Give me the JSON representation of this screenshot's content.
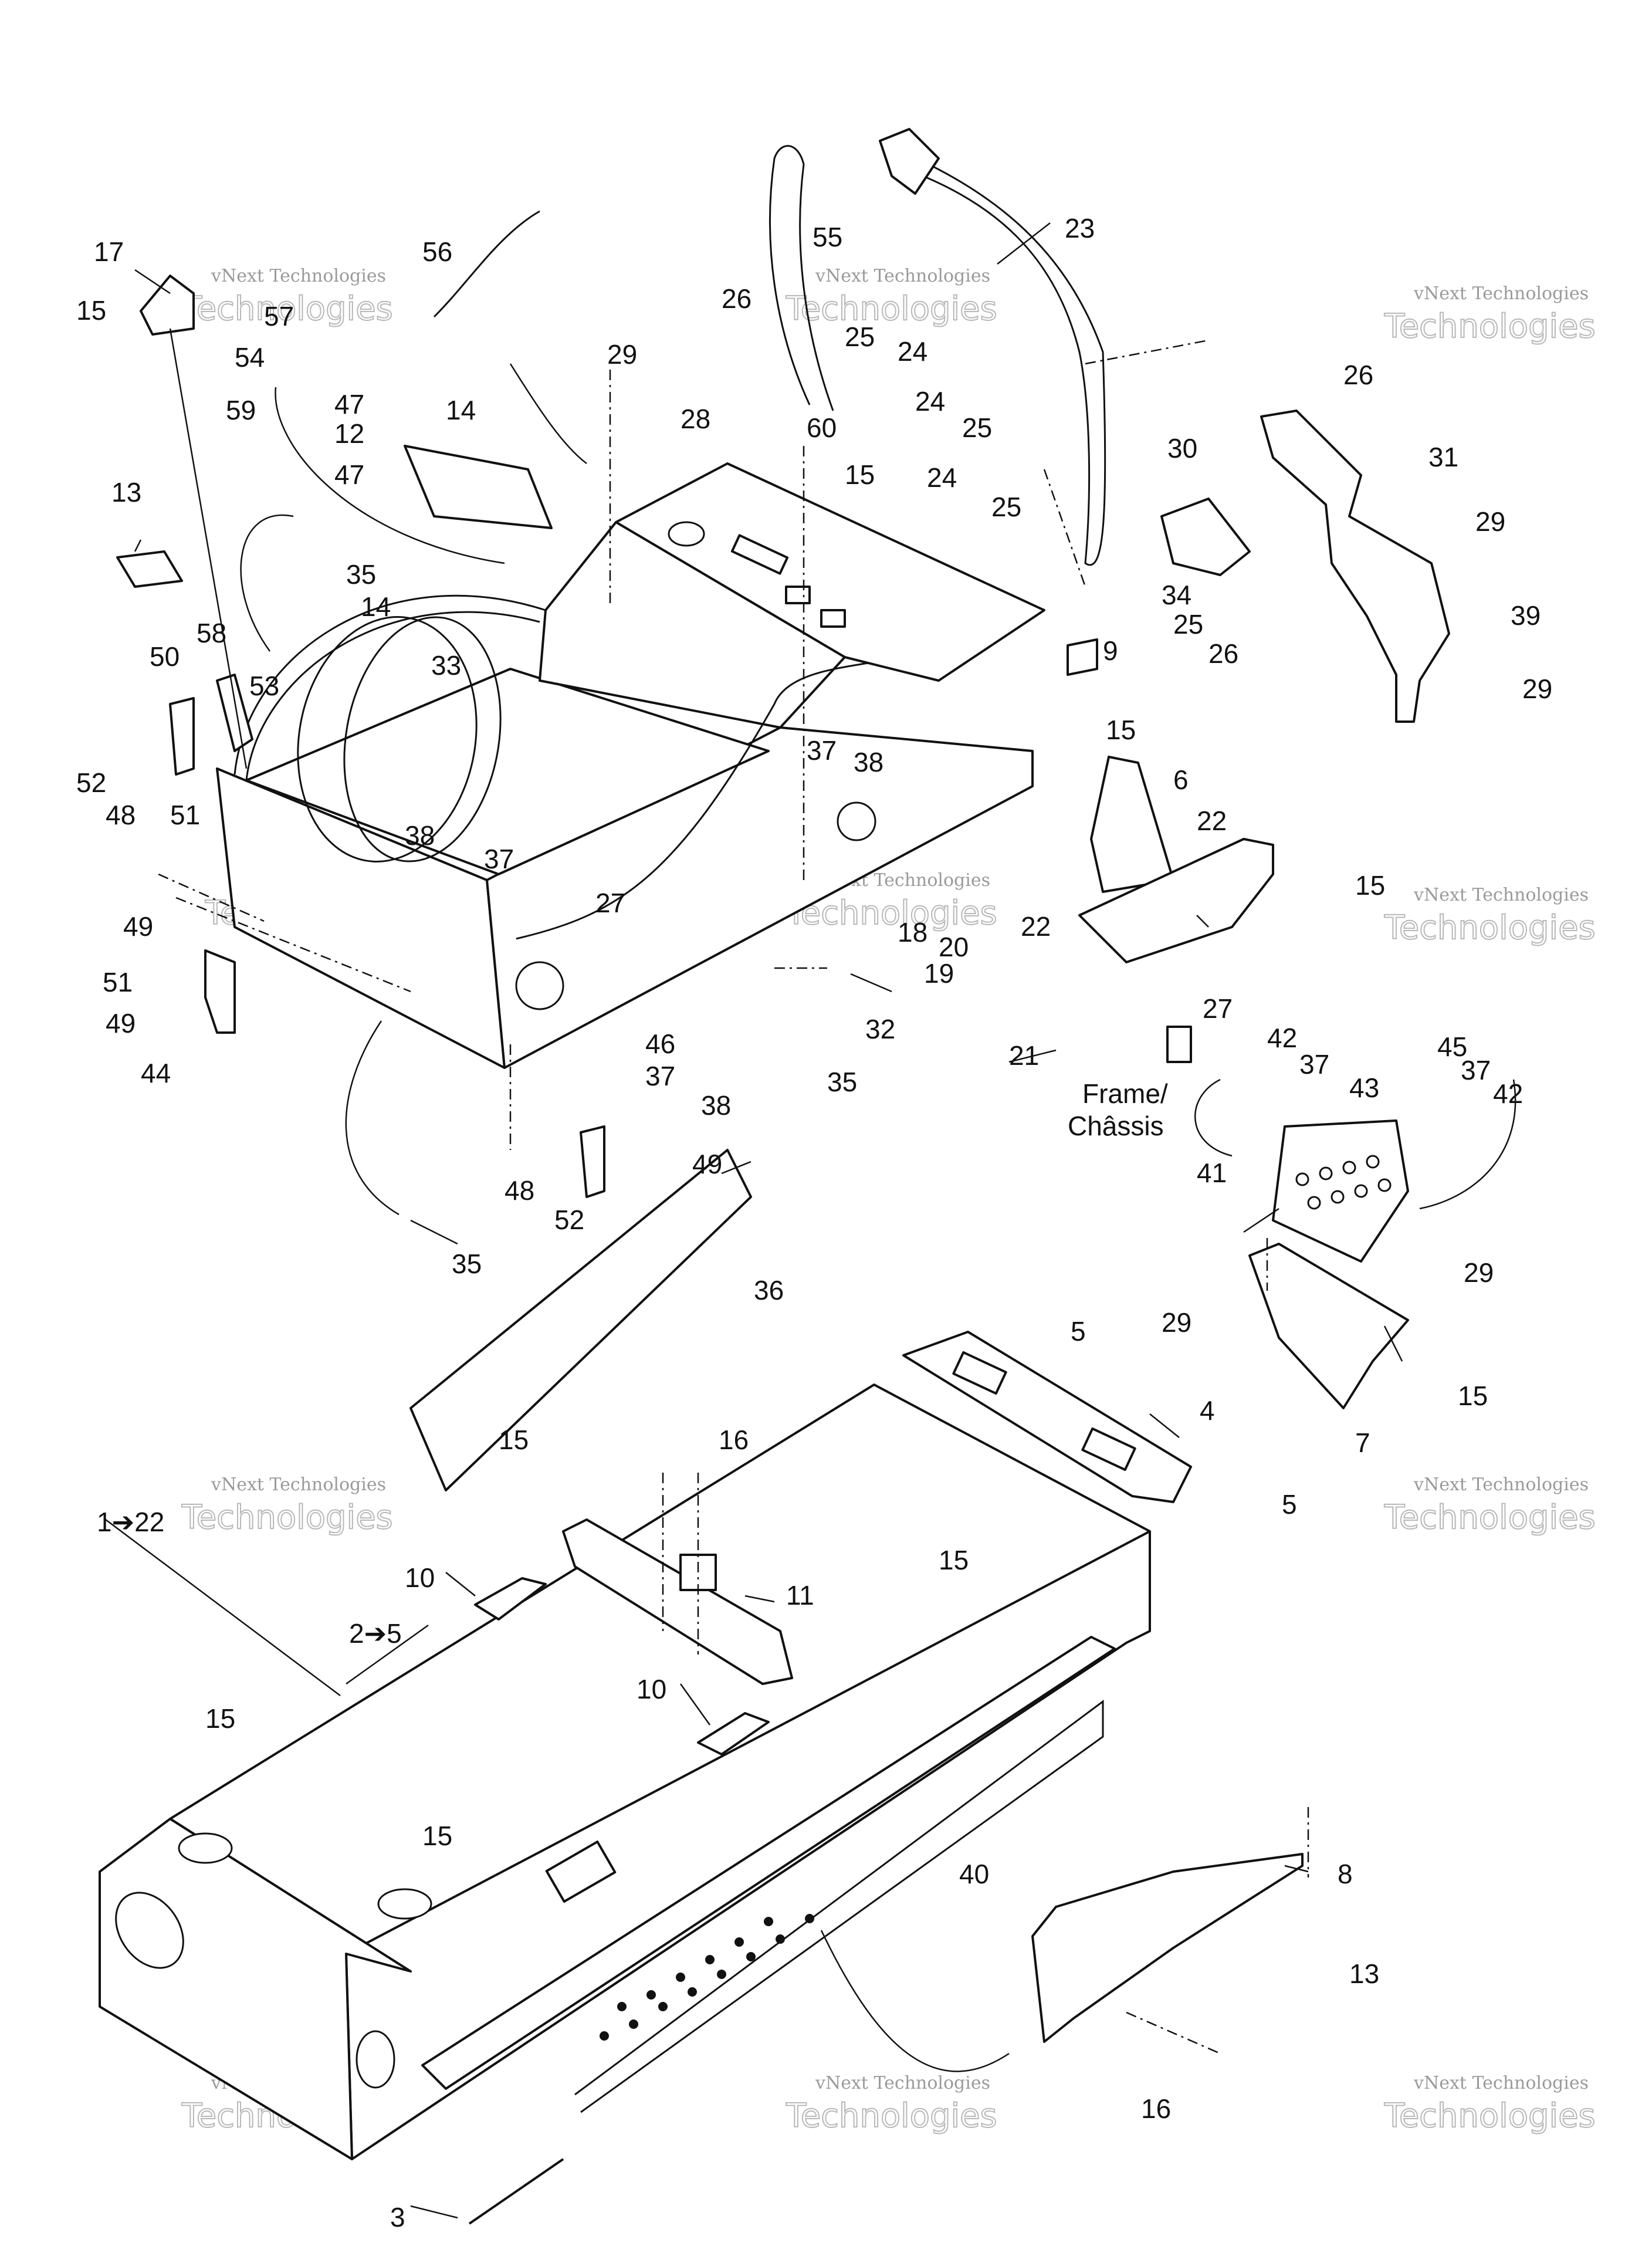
{
  "watermark": {
    "line1": "vNext Technologies",
    "line2": "Technologies"
  },
  "frame_label": {
    "line1": "Frame/",
    "line2": "Châssis"
  },
  "callouts": {
    "c1": "1",
    "c2": "2",
    "c3": "3",
    "c4": "4",
    "c5": "5",
    "c6": "6",
    "c7": "7",
    "c8": "8",
    "c9": "9",
    "c10": "10",
    "c11": "11",
    "c12": "12",
    "c13": "13",
    "c14": "14",
    "c15": "15",
    "c16": "16",
    "c17": "17",
    "c18": "18",
    "c19": "19",
    "c20": "20",
    "c21": "21",
    "c22": "22",
    "c23": "23",
    "c24": "24",
    "c25": "25",
    "c26": "26",
    "c27": "27",
    "c28": "28",
    "c29": "29",
    "c30": "30",
    "c31": "31",
    "c32": "32",
    "c33": "33",
    "c34": "34",
    "c35": "35",
    "c36": "36",
    "c37": "37",
    "c38": "38",
    "c39": "39",
    "c40": "40",
    "c41": "41",
    "c42": "42",
    "c43": "43",
    "c44": "44",
    "c45": "45",
    "c46": "46",
    "c47": "47",
    "c48": "48",
    "c49": "49",
    "c50": "50",
    "c51": "51",
    "c52": "52",
    "c53": "53",
    "c54": "54",
    "c55": "55",
    "c56": "56",
    "c57": "57",
    "c58": "58",
    "c59": "59",
    "c60": "60",
    "range_1_22": "1➔22",
    "range_2_5": "2➔5"
  }
}
